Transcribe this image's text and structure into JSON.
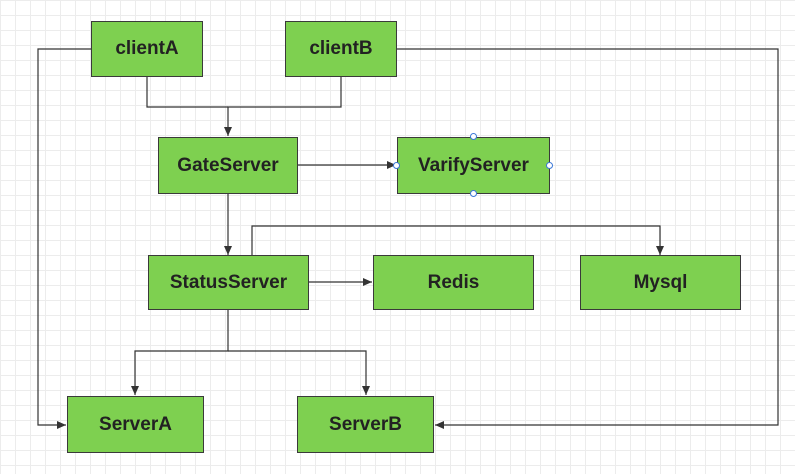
{
  "nodes": {
    "clientA": "clientA",
    "clientB": "clientB",
    "gateServer": "GateServer",
    "varifyServer": "VarifyServer",
    "statusServer": "StatusServer",
    "redis": "Redis",
    "mysql": "Mysql",
    "serverA": "ServerA",
    "serverB": "ServerB"
  },
  "colors": {
    "node_fill": "#7ed050",
    "node_border": "#3a3a3a",
    "edge": "#333333",
    "selection_handle": "#3b78d8"
  }
}
